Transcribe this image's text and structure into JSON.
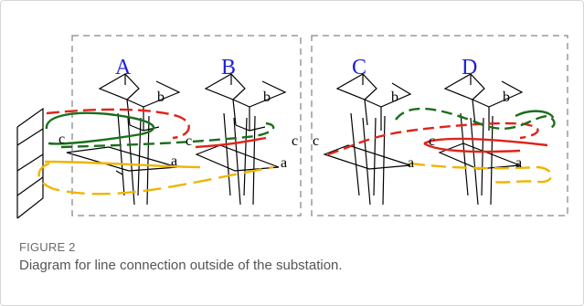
{
  "figure": {
    "label": "FIGURE 2",
    "caption": "Diagram for line connection outside of the substation.",
    "tower_labels": [
      "A",
      "B",
      "C",
      "D"
    ],
    "phase_labels": [
      "a",
      "b",
      "c"
    ],
    "colors": {
      "tower_label": "#1f1fd6",
      "line_red": "#e0231a",
      "line_green": "#1b6e1b",
      "line_yellow": "#f0b400",
      "box_dash": "#9a9a9a",
      "structure": "#000000"
    }
  }
}
